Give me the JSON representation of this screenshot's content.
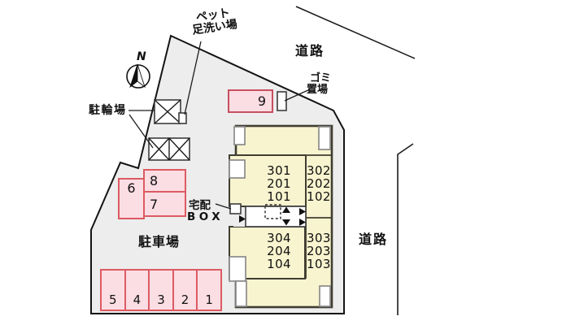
{
  "site_plan": {
    "compass": {
      "north_label": "N"
    },
    "roads": {
      "top": "道路",
      "right": "道路"
    },
    "facilities": {
      "pet_wash": {
        "line1": "ペット",
        "line2": "足洗い場"
      },
      "garbage": {
        "line1": "ゴミ",
        "line2": "置場"
      },
      "bicycle_parking": "駐輪場",
      "delivery_box": {
        "line1": "宅配",
        "line2": "BOX"
      },
      "parking_lot": "駐車場"
    },
    "building": {
      "rooms_nw": [
        "301",
        "201",
        "101"
      ],
      "rooms_ne": [
        "302",
        "202",
        "102"
      ],
      "rooms_sw": [
        "304",
        "204",
        "104"
      ],
      "rooms_se": [
        "303",
        "203",
        "103"
      ]
    },
    "parking": {
      "space9": "9",
      "space8": "8",
      "space7": "7",
      "space6": "6",
      "bottom_row": [
        "5",
        "4",
        "3",
        "2",
        "1"
      ]
    }
  },
  "colors": {
    "site_fill": "#ededed",
    "site_stroke": "#141414",
    "building_fill": "#f8f4cf",
    "building_stroke": "#403d32",
    "parking_fill": "#fbdde4",
    "parking_border": "#dd5a62",
    "parking9_border": "#c7505f",
    "notch_stroke": "#8a8a8a"
  }
}
